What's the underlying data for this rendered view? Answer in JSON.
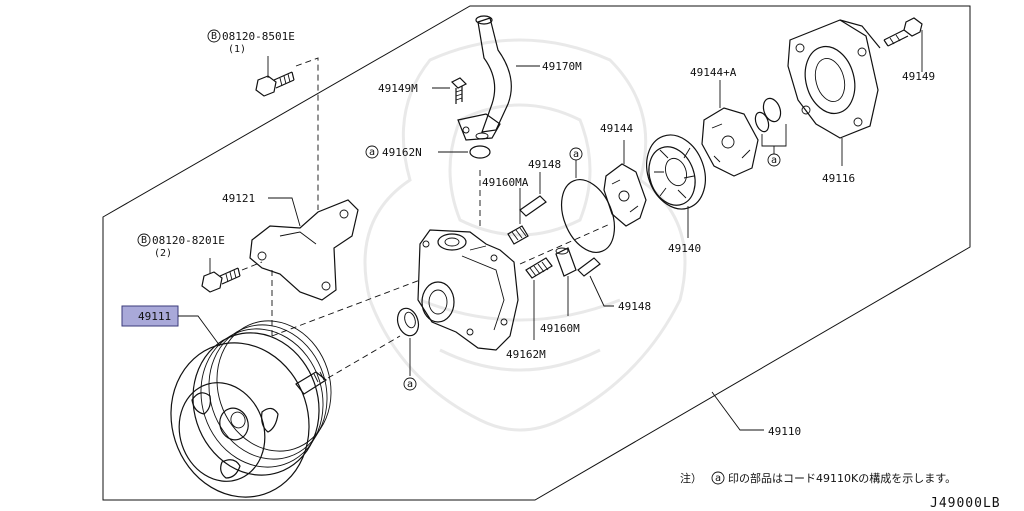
{
  "diagram": {
    "labels": {
      "bolt_top_code": "08120-8501E",
      "bolt_top_qty": "(1)",
      "bolt_top_marker": "B",
      "bolt_left_code": "08120-8201E",
      "bolt_left_qty": "(2)",
      "bolt_left_marker": "B",
      "p49170M": "49170M",
      "p49149M": "49149M",
      "p49162N": "49162N",
      "p49144A": "49144+A",
      "p49149": "49149",
      "p49144": "49144",
      "p49148_top": "49148",
      "p49160MA": "49160MA",
      "p49121": "49121",
      "p49116": "49116",
      "p49140": "49140",
      "p49148_mid": "49148",
      "p49160M": "49160M",
      "p49162M": "49162M",
      "p49111": "49111",
      "p49110": "49110",
      "marker_a": "a"
    },
    "note": {
      "prefix": "注）",
      "marker": "a",
      "text": "印の部品はコード49110Kの構成を示します。"
    },
    "drawing_code": "J49000LB",
    "colors": {
      "highlight_fill": "#a9a9d9",
      "highlight_stroke": "#3a3a7a",
      "line": "#111111",
      "watermark": "#e9e9e9"
    }
  }
}
